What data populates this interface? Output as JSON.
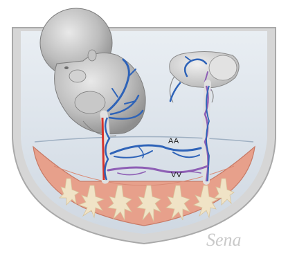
{
  "labels": {
    "arterial_anastomosis": "AA",
    "venous_anastomosis": "VV"
  },
  "signature": "Sena",
  "colors": {
    "artery_red": "#d7332a",
    "vein_blue": "#2e63b8",
    "anastomosis_purple": "#8e5fb5",
    "placenta_pink": "#e7a08b",
    "cotyledon_cream": "#f0e3c6",
    "amniotic_fluid": "#dfe6ee",
    "fetus_gray": "#bdbdbd"
  }
}
